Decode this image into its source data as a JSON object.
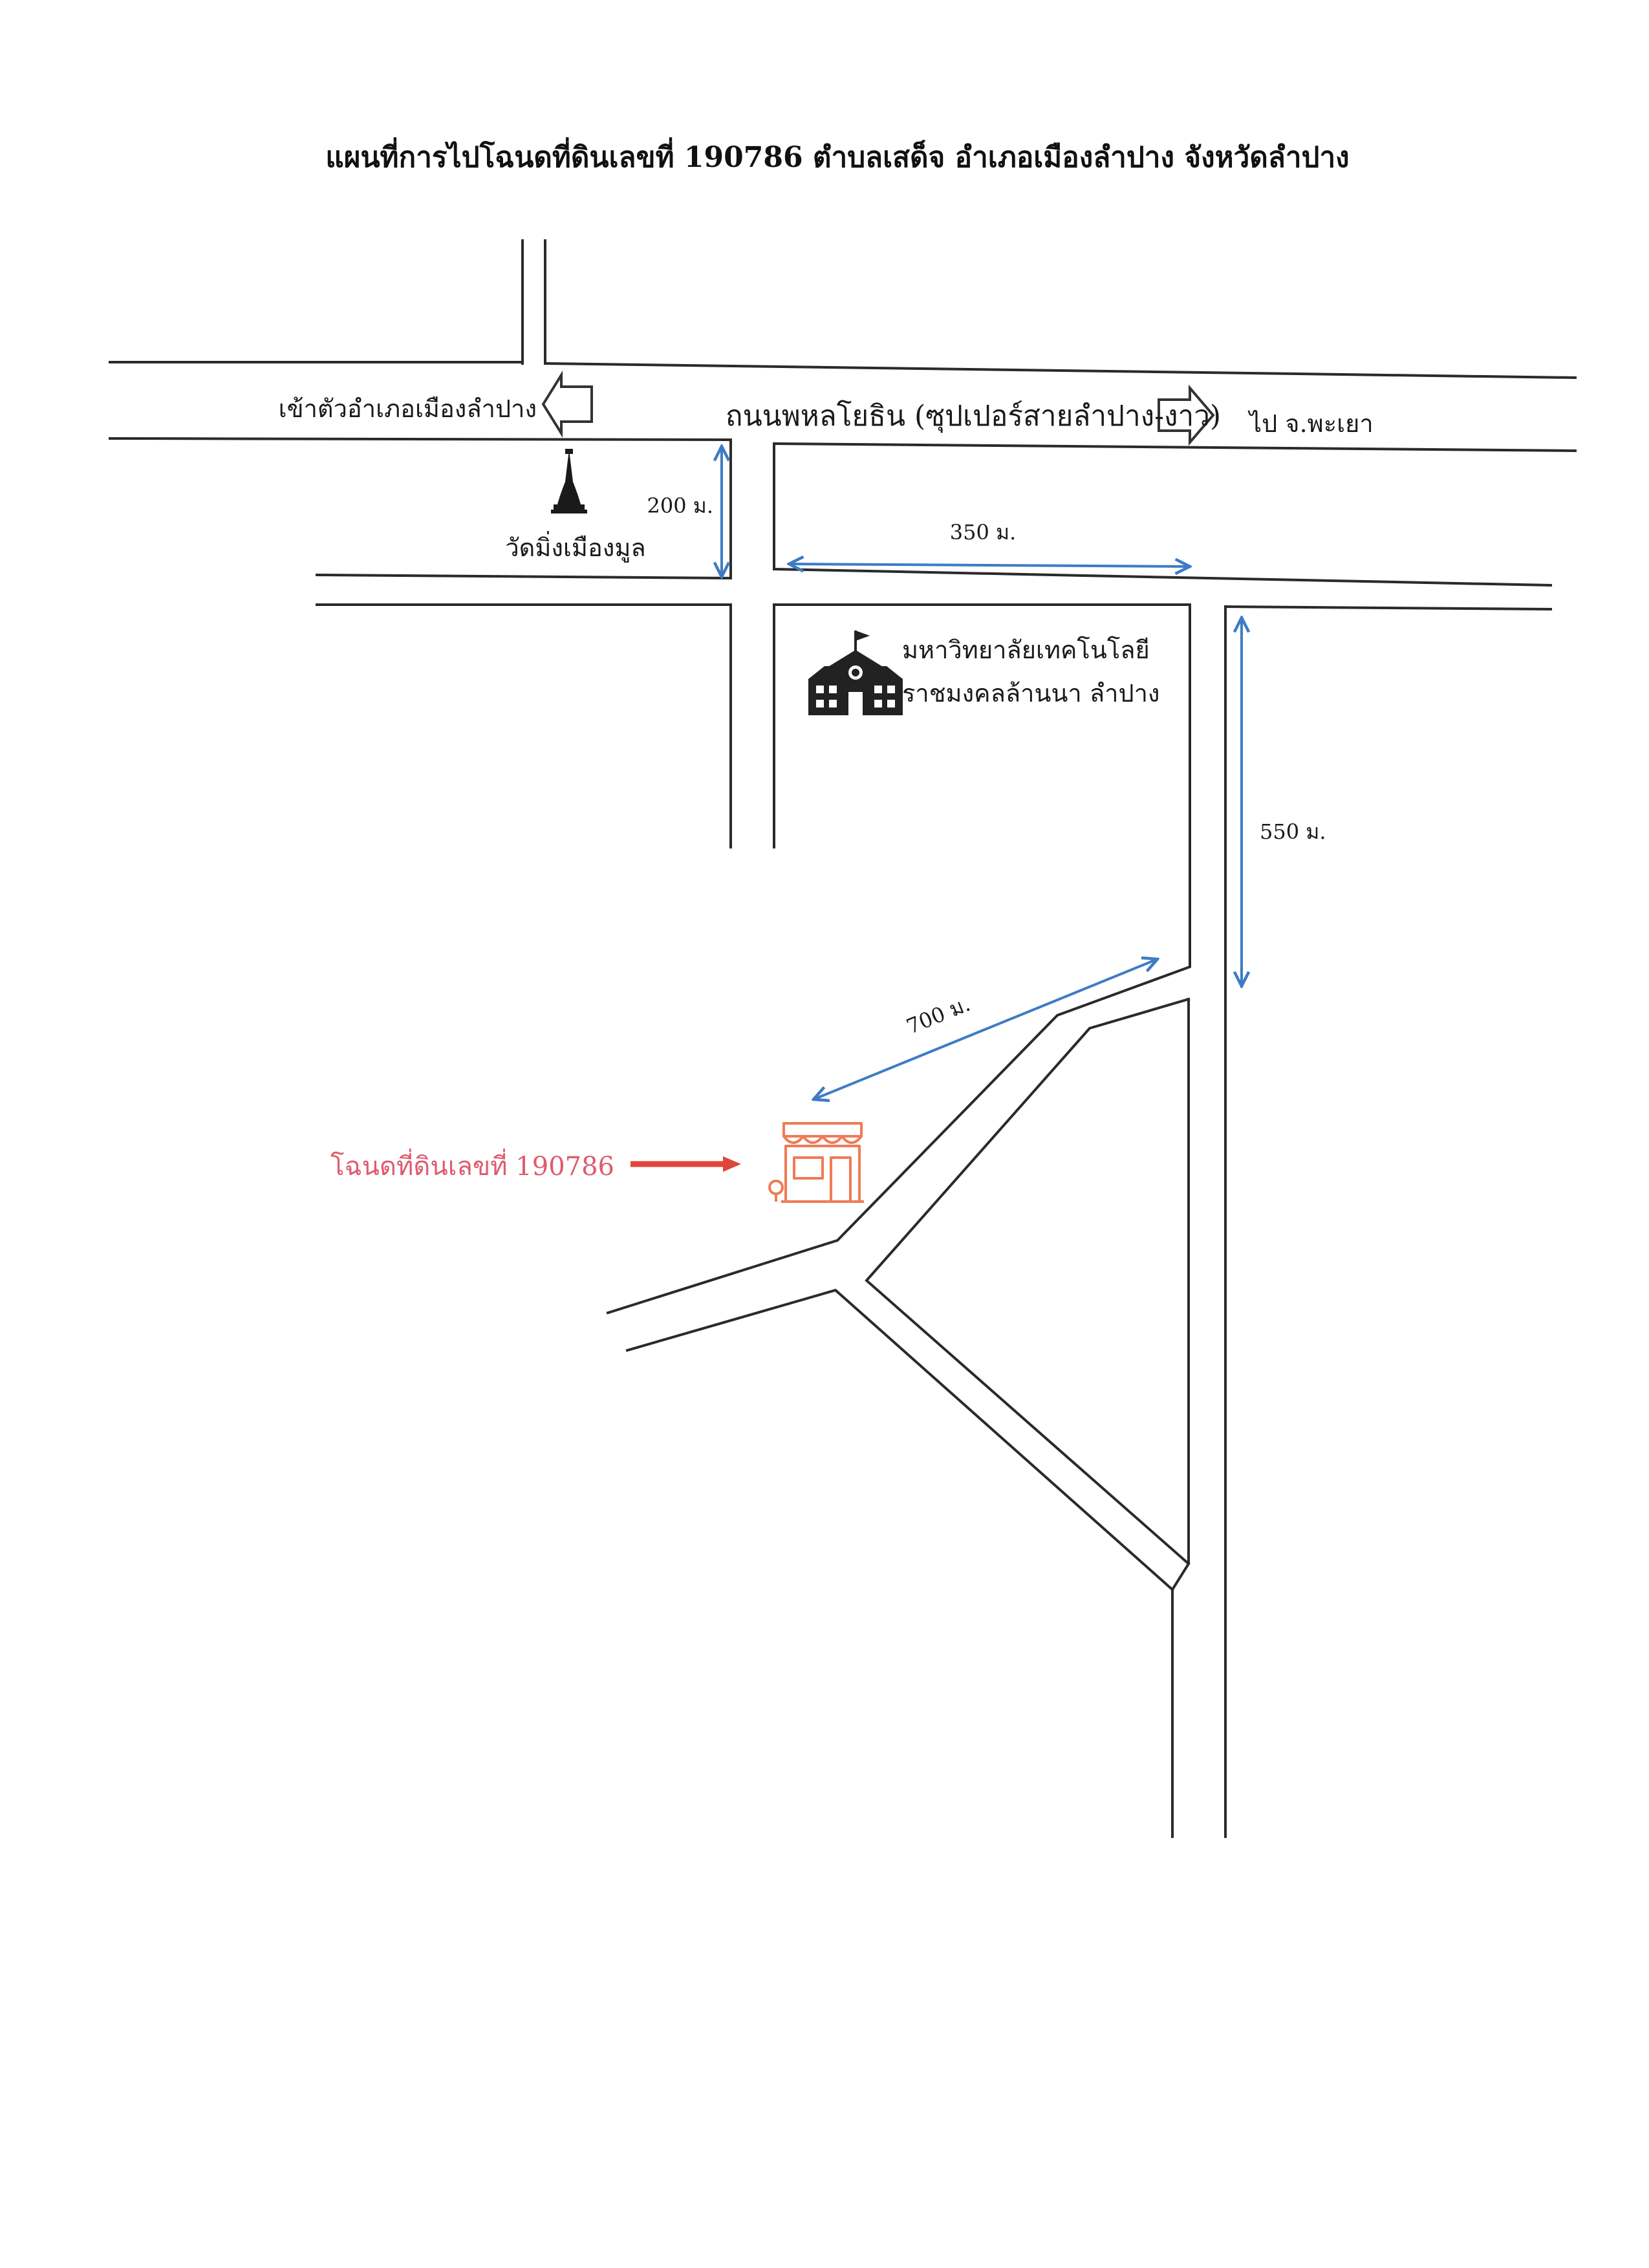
{
  "title": "แผนที่การไปโฉนดที่ดินเลขที่ 190786 ตำบลเสด็จ อำเภอเมืองลำปาง  จังหวัดลำปาง",
  "main_road": {
    "name": "ถนนพหลโยธิน (ซุปเปอร์สายลำปาง-งาว)",
    "left_direction": "เข้าตัวอำเภอเมืองลำปาง",
    "right_direction": "ไป จ.พะเยา"
  },
  "landmarks": {
    "temple": {
      "label": "วัดมิ่งเมืองมูล",
      "icon": "temple-stupa-icon"
    },
    "university": {
      "label_line1": "มหาวิทยาลัยเทคโนโลยี",
      "label_line2": "ราชมงคลล้านนา ลำปาง",
      "icon": "school-building-icon"
    },
    "parcel": {
      "label": "โฉนดที่ดินเลขที่ 190786",
      "icon": "shop-front-icon"
    }
  },
  "distances": {
    "d200": "200 ม.",
    "d350": "350 ม.",
    "d550": "550 ม.",
    "d700": "700 ม."
  },
  "colors": {
    "dimension_arrow": "#3d7cc4",
    "parcel_label": "#e05a6e",
    "parcel_icon": "#ef7b55",
    "pointer_arrow": "#e0453a",
    "road_line": "#2a2a2a"
  }
}
